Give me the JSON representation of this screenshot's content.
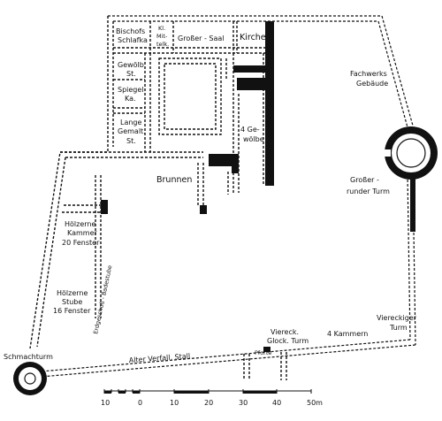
{
  "rooms": {
    "bischofs_schlafka": [
      "Bischofs",
      "Schlafka"
    ],
    "kl_mitteltek": [
      "Kl.",
      "Mit-",
      "telk."
    ],
    "grosser_saal": "Großer - Saal",
    "kirche": "Kirche",
    "gewolbe_st": [
      "Gewölb",
      "St."
    ],
    "spiegel_ka": [
      "Spiegel",
      "Ka."
    ],
    "lange_gemalt_st": [
      "Lange",
      "Gemalt.",
      "St."
    ],
    "vier_gewolbe": [
      "4 Ge-",
      "wölbe"
    ],
    "fachwerks_gebaude": [
      "Fachwerks",
      "Gebäude"
    ],
    "grosser_runder_turm": [
      "Großer -",
      "runder Turm"
    ],
    "brunnen": "Brunnen",
    "holzerne_kammer": [
      "Hölzerne",
      "Kammer",
      "20 Fenster"
    ],
    "holzerne_stube": [
      "Hölzerne",
      "Stube",
      "16 Fenster"
    ],
    "erdgeschoss_badestube": "Erdgeschoß - Badestube",
    "schmachturm": "Schmachturm",
    "alter_verfall_stall": "Alter  Verfall.  Stall",
    "viereck_glock_turm": [
      "Viereck.",
      "Glock. Turm"
    ],
    "vier_kammern": "4 Kammern",
    "viereckiger_turm": [
      "Viereckiger",
      "Turm"
    ],
    "pforte": "Pforte"
  },
  "scale": {
    "ticks": [
      "10",
      "0",
      "10",
      "20",
      "30",
      "40",
      "50m"
    ]
  }
}
